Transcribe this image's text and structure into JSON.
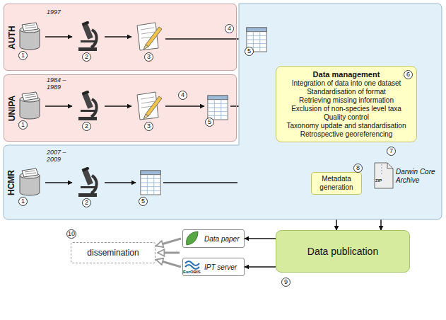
{
  "diagram": {
    "nodes": [
      {
        "text": [
          "AUTH"
        ]
      },
      {
        "text": [
          "UNIPA"
        ]
      },
      {
        "text": [
          "HCMR"
        ]
      },
      {
        "text": [
          "Data management",
          "Integration of data into one dataset",
          "Standardisation of format",
          "Retrieving missing information",
          "Exclusion of non-species level taxa",
          "Quality control",
          "Taxonomy update and standardisation",
          "Retrospective georeferencing"
        ]
      },
      {
        "text": [
          "Metadata generation"
        ]
      },
      {
        "text": [
          "Darwin Core Archive"
        ]
      },
      {
        "text": [
          "Data publication"
        ]
      },
      {
        "text": [
          "Data paper"
        ]
      },
      {
        "text": [
          "IPT server"
        ]
      },
      {
        "text": [
          "dissemination"
        ]
      }
    ],
    "edges": [
      {
        "from": 0,
        "to": 3,
        "arrow": "to"
      },
      {
        "from": 1,
        "to": 3,
        "arrow": "to"
      },
      {
        "from": 2,
        "to": 3,
        "arrow": "to"
      },
      {
        "from": 3,
        "to": 5,
        "arrow": "to"
      },
      {
        "from": 4,
        "to": 6,
        "arrow": "to"
      },
      {
        "from": 5,
        "to": 6,
        "arrow": "to"
      },
      {
        "from": 6,
        "to": 7,
        "arrow": "to"
      },
      {
        "from": 6,
        "to": 8,
        "arrow": "to"
      },
      {
        "from": 7,
        "to": 9,
        "arrow": "to"
      },
      {
        "from": 8,
        "to": 9,
        "arrow": "to"
      }
    ],
    "labels": [
      "1997",
      "1",
      "2",
      "3",
      "4",
      "5",
      "1984 – 1989",
      "1",
      "2",
      "3",
      "4",
      "5",
      "2007 – 2009",
      "1",
      "2",
      "5",
      "6",
      "ZIP",
      "7",
      "8",
      "EurOBIS",
      "9",
      "10"
    ]
  }
}
